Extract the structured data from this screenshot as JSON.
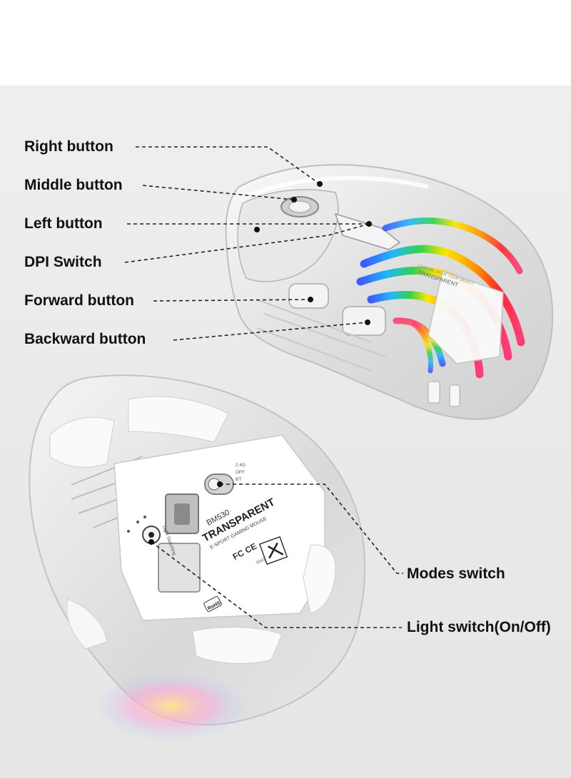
{
  "callouts": {
    "right_button": "Right button",
    "middle_button": "Middle button",
    "left_button": "Left button",
    "dpi_switch": "DPI Switch",
    "forward_button": "Forward button",
    "backward_button": "Backward button",
    "modes_switch": "Modes switch",
    "light_switch": "Light switch(On/Off)"
  },
  "bottom_plate": {
    "model": "BM530",
    "name": "TRANSPARENT",
    "subtitle": "E-SPORT GAMING MOUSE",
    "made_in": "Made in china",
    "light_switch_label": "Light Switching",
    "mode_labels": [
      "2.4G",
      "OFF",
      "BT"
    ],
    "rohs": "RoHS",
    "certs": "FC CE"
  },
  "side_print": {
    "line1": "TRANSPARENT",
    "line2": "CHOOSE OR UP YOUR SELECT"
  },
  "colors": {
    "background": "#e9e9e9",
    "label_text": "#111111",
    "leader_line": "#222222",
    "rgb": [
      "#ff2a2a",
      "#ff9a00",
      "#ffe600",
      "#34d24a",
      "#21b7ff",
      "#3d5bff",
      "#b43cff"
    ]
  }
}
